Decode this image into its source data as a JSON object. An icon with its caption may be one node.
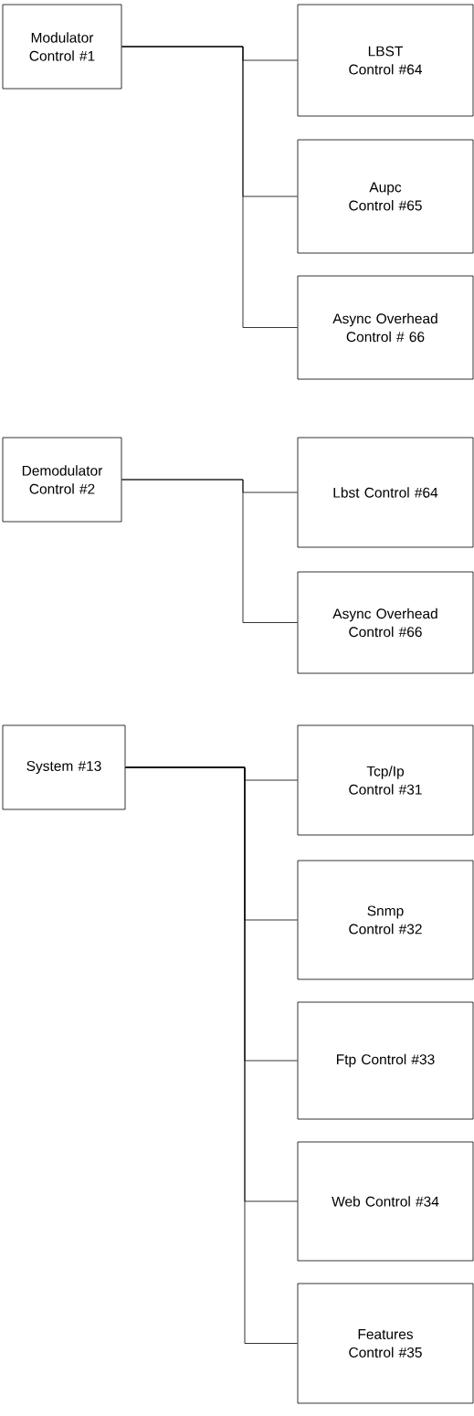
{
  "diagram": {
    "nodes": [
      {
        "text": [
          "Modulator Control #1"
        ]
      },
      {
        "text": [
          "LBST Control #64"
        ]
      },
      {
        "text": [
          "Aupc Control #65"
        ]
      },
      {
        "text": [
          "Async Overhead Control # 66"
        ]
      },
      {
        "text": [
          "Demodulator Control #2"
        ]
      },
      {
        "text": [
          "Lbst Control #64"
        ]
      },
      {
        "text": [
          "Async Overhead Control #66"
        ]
      },
      {
        "text": [
          "System #13"
        ]
      },
      {
        "text": [
          "Tcp/Ip Control #31"
        ]
      },
      {
        "text": [
          "Snmp Control #32"
        ]
      },
      {
        "text": [
          "Ftp Control #33"
        ]
      },
      {
        "text": [
          "Web Control #34"
        ]
      },
      {
        "text": [
          "Features Control #35"
        ]
      }
    ],
    "edges": [
      {
        "from": 0,
        "to": 1,
        "arrow": "none"
      },
      {
        "from": 0,
        "to": 2,
        "arrow": "none"
      },
      {
        "from": 0,
        "to": 3,
        "arrow": "none"
      },
      {
        "from": 4,
        "to": 5,
        "arrow": "none"
      },
      {
        "from": 4,
        "to": 6,
        "arrow": "none"
      },
      {
        "from": 7,
        "to": 8,
        "arrow": "none"
      },
      {
        "from": 7,
        "to": 9,
        "arrow": "none"
      },
      {
        "from": 7,
        "to": 10,
        "arrow": "none"
      },
      {
        "from": 7,
        "to": 11,
        "arrow": "none"
      },
      {
        "from": 7,
        "to": 12,
        "arrow": "none"
      }
    ]
  }
}
